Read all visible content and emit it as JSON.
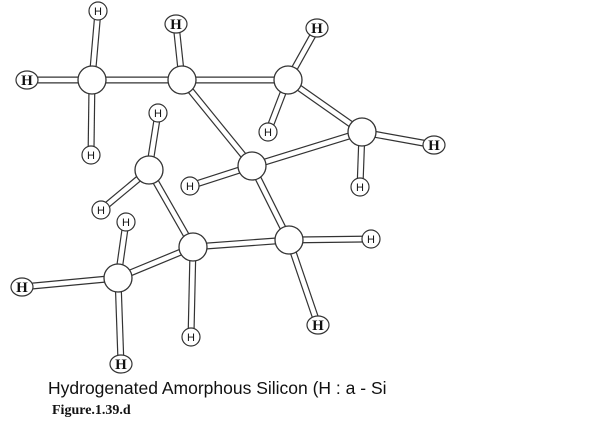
{
  "diagram": {
    "atom_labels": {
      "hydrogen": "H"
    },
    "caption": "Hydrogenated Amorphous Silicon (H : a - Si",
    "figure_label": "Figure.1.39.d",
    "colors": {
      "stroke": "#333333",
      "fill": "#ffffff"
    }
  }
}
